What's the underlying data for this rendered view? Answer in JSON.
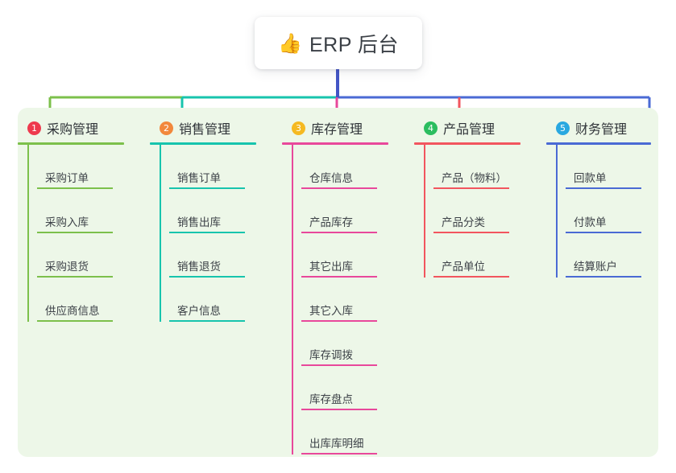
{
  "root": {
    "icon": "thumbs-up-icon",
    "emoji": "👍",
    "title": "ERP 后台"
  },
  "colors": {
    "panel_bg": "#edf7e8",
    "card_bg": "#ffffff",
    "root_connector": "#4355c6",
    "green": "#7cc04b",
    "teal": "#17c4ad",
    "pink": "#e8489b",
    "red": "#f2555e",
    "blue": "#4a6ad4",
    "badge_1": "#ee3a4e",
    "badge_2": "#f2883c",
    "badge_3": "#f5b921",
    "badge_4": "#2bbd5f",
    "badge_5": "#29a8e0"
  },
  "columns": [
    {
      "number": "1",
      "title": "采购管理",
      "badge_color": "#ee3a4e",
      "line_color": "#7cc04b",
      "items": [
        {
          "label": "采购订单"
        },
        {
          "label": "采购入库"
        },
        {
          "label": "采购退货"
        },
        {
          "label": "供应商信息"
        }
      ]
    },
    {
      "number": "2",
      "title": "销售管理",
      "badge_color": "#f2883c",
      "line_color": "#17c4ad",
      "items": [
        {
          "label": "销售订单"
        },
        {
          "label": "销售出库"
        },
        {
          "label": "销售退货"
        },
        {
          "label": "客户信息"
        }
      ]
    },
    {
      "number": "3",
      "title": "库存管理",
      "badge_color": "#f5b921",
      "line_color": "#e8489b",
      "items": [
        {
          "label": "仓库信息"
        },
        {
          "label": "产品库存"
        },
        {
          "label": "其它出库"
        },
        {
          "label": "其它入库"
        },
        {
          "label": "库存调拨"
        },
        {
          "label": "库存盘点"
        },
        {
          "label": "出库库明细"
        }
      ]
    },
    {
      "number": "4",
      "title": "产品管理",
      "badge_color": "#2bbd5f",
      "line_color": "#f2555e",
      "items": [
        {
          "label": "产品（物料）"
        },
        {
          "label": "产品分类"
        },
        {
          "label": "产品单位"
        }
      ]
    },
    {
      "number": "5",
      "title": "财务管理",
      "badge_color": "#29a8e0",
      "line_color": "#4a6ad4",
      "items": [
        {
          "label": "回款单"
        },
        {
          "label": "付款单"
        },
        {
          "label": "结算账户"
        }
      ]
    }
  ]
}
